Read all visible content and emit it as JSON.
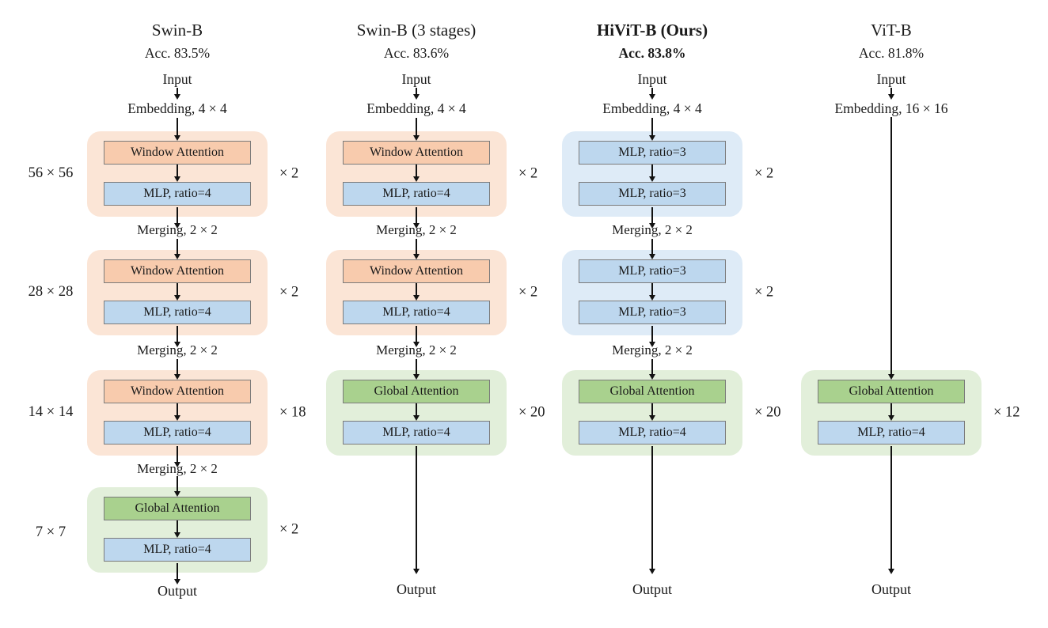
{
  "colors": {
    "stage_orange": "#FBE5D6",
    "block_orange": "#F8CBAD",
    "stage_blue": "#DEEBF7",
    "block_blue": "#BDD7EE",
    "stage_green": "#E2EFDA",
    "block_green": "#A9D18E",
    "block_border": "#7b7b7b",
    "arrow": "#121212",
    "text": "#1a1a1a"
  },
  "row_labels": [
    "56 × 56",
    "28 × 28",
    "14 × 14",
    "7 × 7"
  ],
  "columns": [
    {
      "title": "Swin-B",
      "accuracy": "Acc. 83.5%",
      "input_label": "Input",
      "embedding_label": "Embedding, 4 × 4",
      "output_label": "Output",
      "stages": [
        {
          "repeat": "× 2",
          "merge_after": "Merging, 2 × 2",
          "blocks": [
            "Window Attention",
            "MLP, ratio=4"
          ]
        },
        {
          "repeat": "× 2",
          "merge_after": "Merging, 2 × 2",
          "blocks": [
            "Window Attention",
            "MLP, ratio=4"
          ]
        },
        {
          "repeat": "× 18",
          "merge_after": "Merging, 2 × 2",
          "blocks": [
            "Window Attention",
            "MLP, ratio=4"
          ]
        },
        {
          "repeat": "× 2",
          "blocks": [
            "Global Attention",
            "MLP, ratio=4"
          ]
        }
      ]
    },
    {
      "title": "Swin-B (3 stages)",
      "accuracy": "Acc. 83.6%",
      "input_label": "Input",
      "embedding_label": "Embedding, 4 × 4",
      "output_label": "Output",
      "stages": [
        {
          "repeat": "× 2",
          "merge_after": "Merging, 2 × 2",
          "blocks": [
            "Window Attention",
            "MLP, ratio=4"
          ]
        },
        {
          "repeat": "× 2",
          "merge_after": "Merging, 2 × 2",
          "blocks": [
            "Window Attention",
            "MLP, ratio=4"
          ]
        },
        {
          "repeat": "× 20",
          "blocks": [
            "Global Attention",
            "MLP, ratio=4"
          ]
        }
      ]
    },
    {
      "title": "HiViT-B (Ours)",
      "accuracy": "Acc. 83.8%",
      "input_label": "Input",
      "embedding_label": "Embedding, 4 × 4",
      "output_label": "Output",
      "stages": [
        {
          "repeat": "× 2",
          "merge_after": "Merging, 2 × 2",
          "blocks": [
            "MLP, ratio=3",
            "MLP, ratio=3"
          ]
        },
        {
          "repeat": "× 2",
          "merge_after": "Merging, 2 × 2",
          "blocks": [
            "MLP, ratio=3",
            "MLP, ratio=3"
          ]
        },
        {
          "repeat": "× 20",
          "blocks": [
            "Global Attention",
            "MLP, ratio=4"
          ]
        }
      ]
    },
    {
      "title": "ViT-B",
      "accuracy": "Acc. 81.8%",
      "input_label": "Input",
      "embedding_label": "Embedding, 16 × 16",
      "output_label": "Output",
      "stages": [
        {
          "repeat": "× 12",
          "blocks": [
            "Global Attention",
            "MLP, ratio=4"
          ]
        }
      ]
    }
  ]
}
